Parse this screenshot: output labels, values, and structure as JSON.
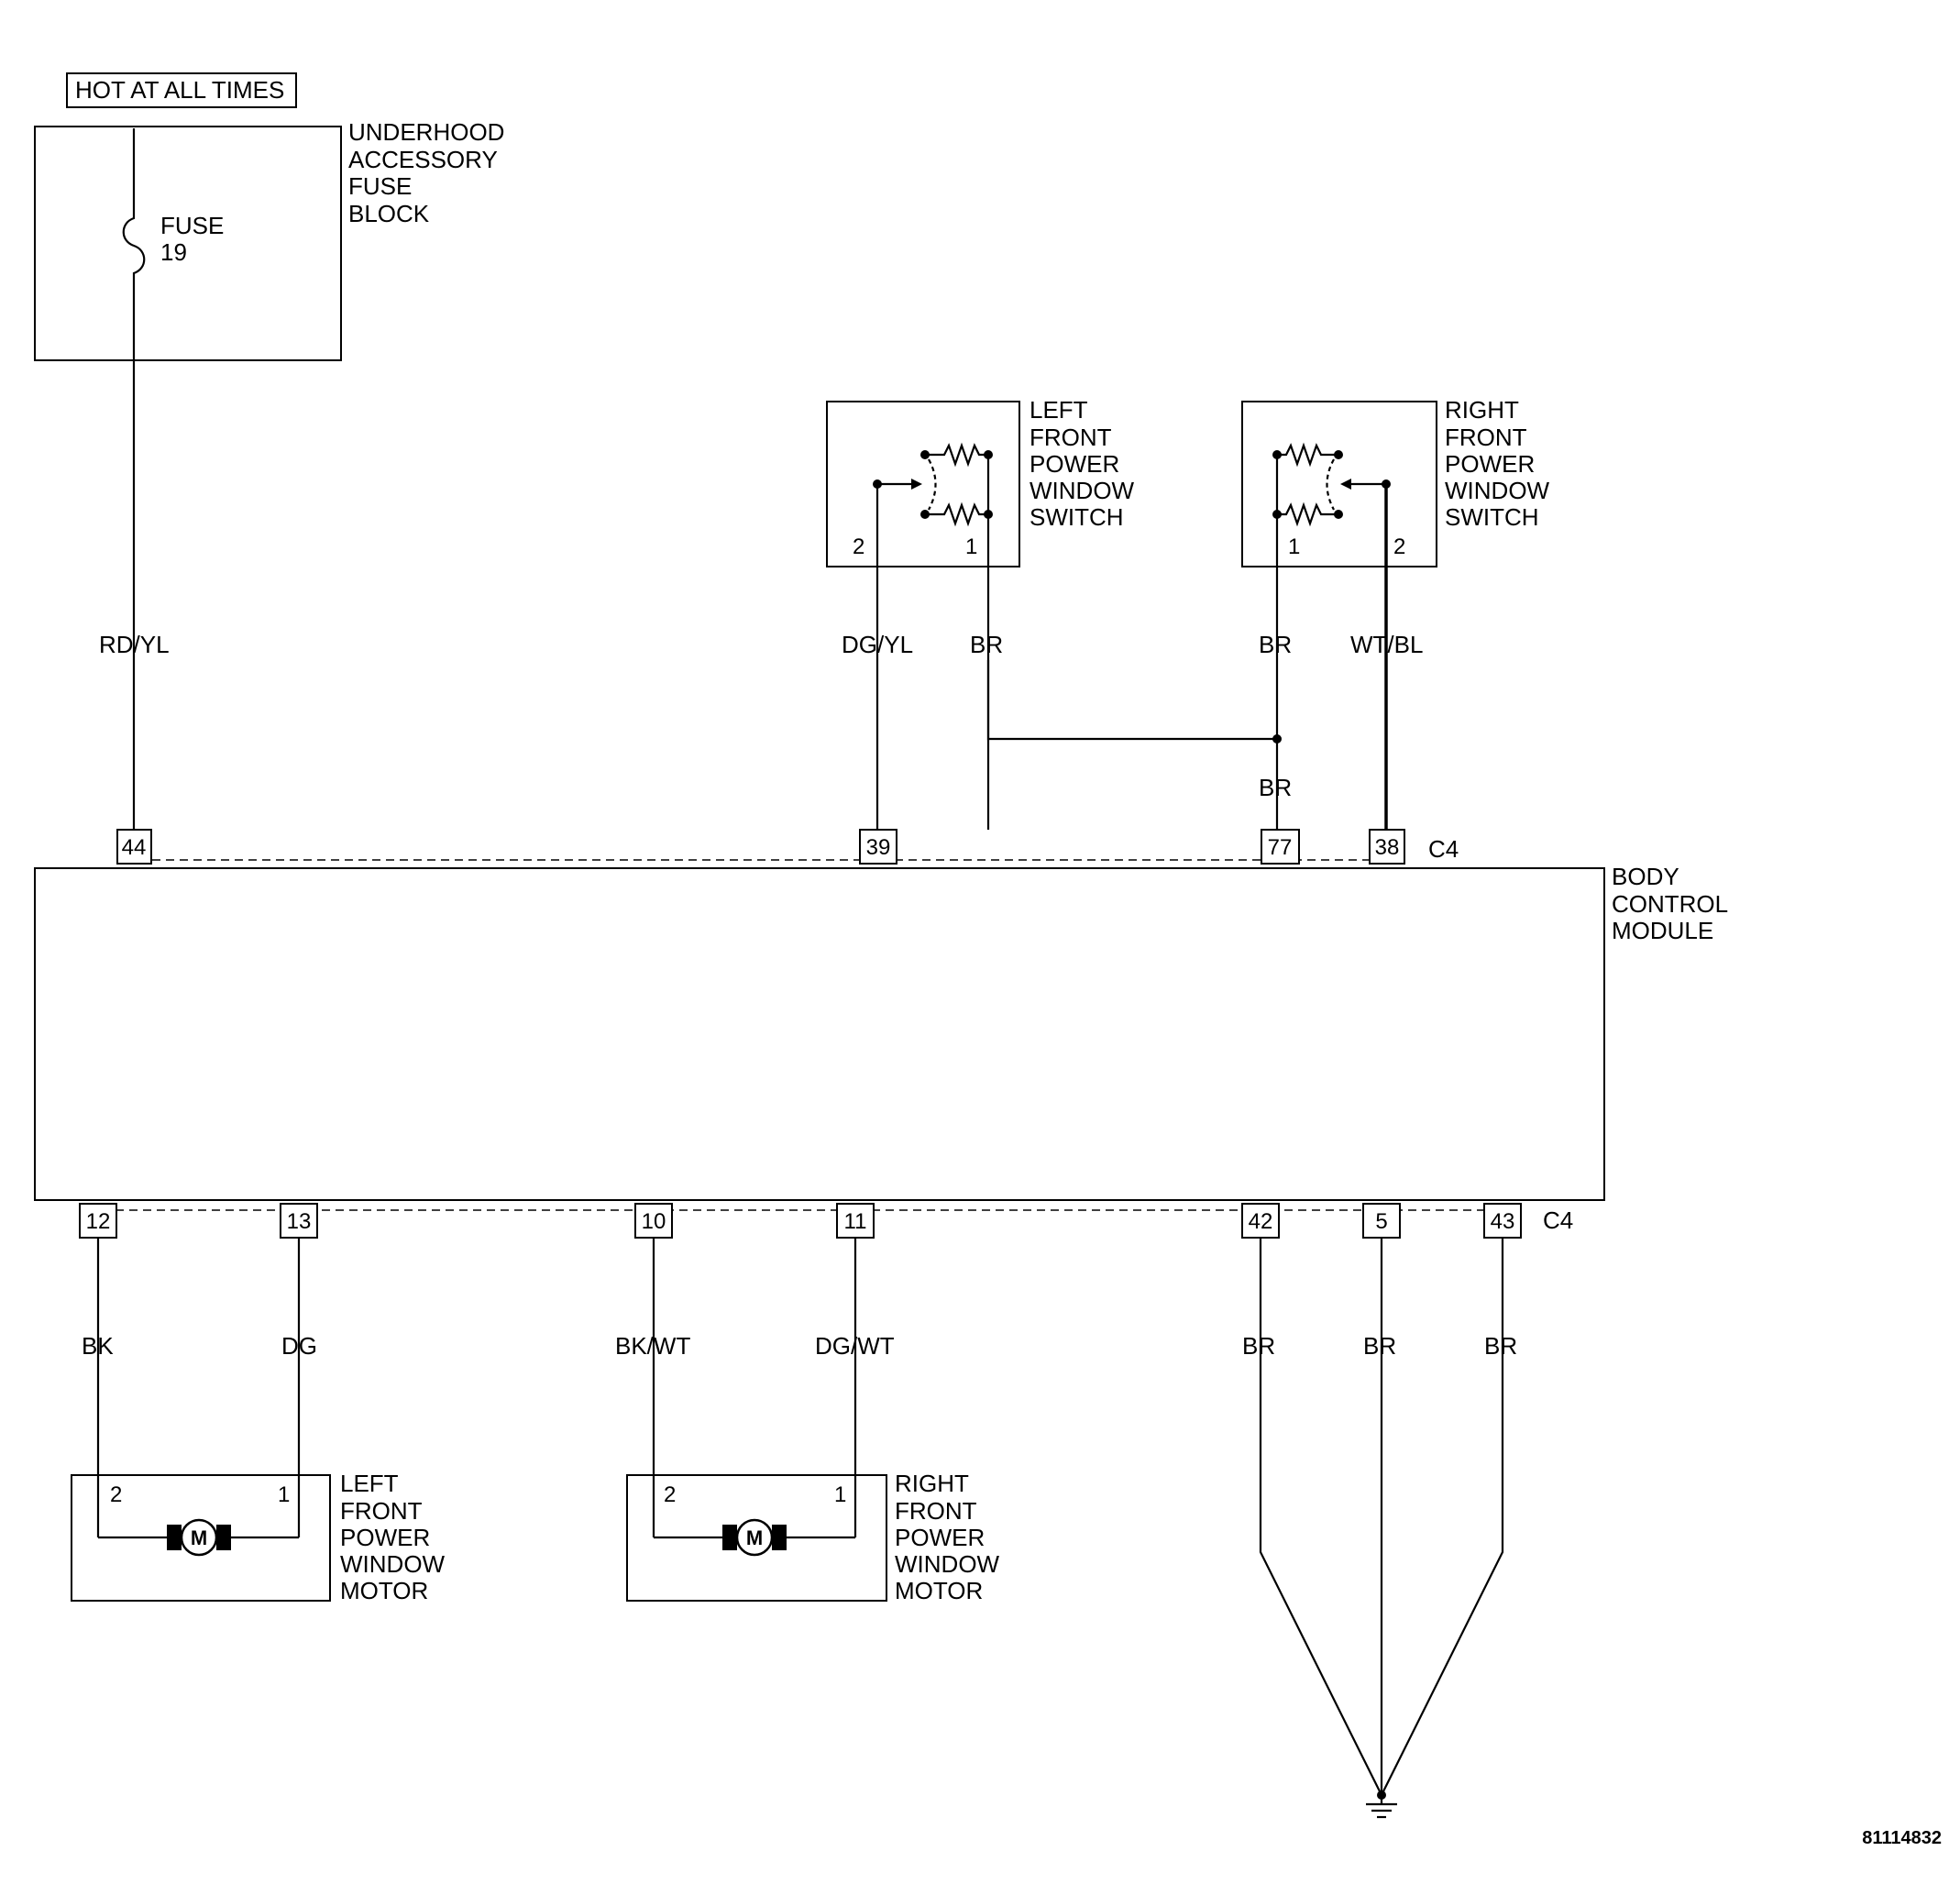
{
  "header": {
    "hot_label": "HOT AT ALL TIMES"
  },
  "fuse_block": {
    "name_lines": [
      "UNDERHOOD",
      "ACCESSORY",
      "FUSE",
      "BLOCK"
    ],
    "fuse_label": "FUSE",
    "fuse_number": "19"
  },
  "left_switch": {
    "name_lines": [
      "LEFT",
      "FRONT",
      "POWER",
      "WINDOW",
      "SWITCH"
    ],
    "pin_a": "2",
    "pin_b": "1"
  },
  "right_switch": {
    "name_lines": [
      "RIGHT",
      "FRONT",
      "POWER",
      "WINDOW",
      "SWITCH"
    ],
    "pin_a": "1",
    "pin_b": "2"
  },
  "bcm": {
    "name_lines": [
      "BODY",
      "CONTROL",
      "MODULE"
    ],
    "connector_top": "C4",
    "connector_bottom": "C4",
    "top_pins": [
      "44",
      "39",
      "77",
      "38"
    ],
    "bottom_pins": [
      "12",
      "13",
      "10",
      "11",
      "42",
      "5",
      "43"
    ]
  },
  "wires": {
    "rd_yl": "RD/YL",
    "dg_yl": "DG/YL",
    "br_left_switch": "BR",
    "br_right_switch": "BR",
    "wt_bl": "WT/BL",
    "br_splice": "BR",
    "bk": "BK",
    "dg": "DG",
    "bk_wt": "BK/WT",
    "dg_wt": "DG/WT",
    "br_g1": "BR",
    "br_g2": "BR",
    "br_g3": "BR"
  },
  "left_motor": {
    "name_lines": [
      "LEFT",
      "FRONT",
      "POWER",
      "WINDOW",
      "MOTOR"
    ],
    "pin_a": "2",
    "pin_b": "1",
    "symbol": "M"
  },
  "right_motor": {
    "name_lines": [
      "RIGHT",
      "FRONT",
      "POWER",
      "WINDOW",
      "MOTOR"
    ],
    "pin_a": "2",
    "pin_b": "1",
    "symbol": "M"
  },
  "figure_code": "81114832"
}
